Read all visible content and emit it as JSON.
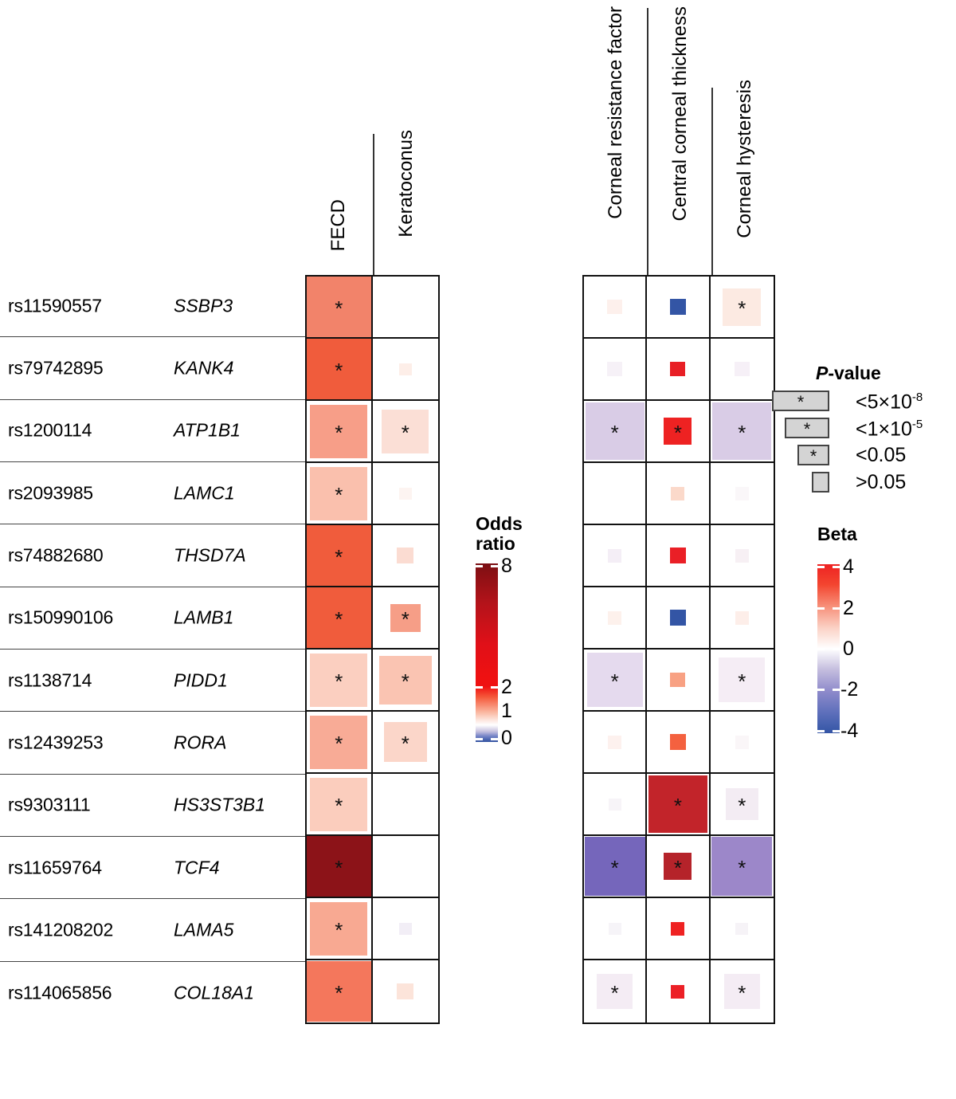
{
  "figure": {
    "disease_columns": [
      "FECD",
      "Keratoconus"
    ],
    "cornea_columns": [
      "Corneal resistance factor",
      "Central corneal thickness",
      "Corneal hysteresis"
    ]
  },
  "rows": [
    {
      "rs": "rs11590557",
      "gene": "SSBP3"
    },
    {
      "rs": "rs79742895",
      "gene": "KANK4"
    },
    {
      "rs": "rs1200114",
      "gene": "ATP1B1"
    },
    {
      "rs": "rs2093985",
      "gene": "LAMC1"
    },
    {
      "rs": "rs74882680",
      "gene": "THSD7A"
    },
    {
      "rs": "rs150990106",
      "gene": "LAMB1"
    },
    {
      "rs": "rs1138714",
      "gene": "PIDD1"
    },
    {
      "rs": "rs12439253",
      "gene": "RORA"
    },
    {
      "rs": "rs9303111",
      "gene": "HS3ST3B1"
    },
    {
      "rs": "rs11659764",
      "gene": "TCF4"
    },
    {
      "rs": "rs141208202",
      "gene": "LAMA5"
    },
    {
      "rs": "rs114065856",
      "gene": "COL18A1"
    }
  ],
  "odds_ratio_legend": {
    "title_line1": "Odds",
    "title_line2": "ratio",
    "ticks": [
      "8",
      "2",
      "1",
      "0"
    ]
  },
  "beta_legend": {
    "title": "Beta",
    "ticks": [
      "4",
      "2",
      "0",
      "-2",
      "-4"
    ]
  },
  "pvalue_legend": {
    "title_italic": "P",
    "title_rest": "-value",
    "items": [
      {
        "label_main": "<5×10",
        "label_sup": "-8",
        "star": "*",
        "width": 72
      },
      {
        "label_main": "<1×10",
        "label_sup": "-5",
        "star": "*",
        "width": 56
      },
      {
        "label_main": "<0.05",
        "label_sup": "",
        "star": "*",
        "width": 40
      },
      {
        "label_main": ">0.05",
        "label_sup": "",
        "star": "",
        "width": 22
      }
    ]
  },
  "chart_data": {
    "type": "heatmap",
    "title": "",
    "description": "Two-panel heatmap of genetic variant associations. Left panel shows odds ratios for FECD and Keratoconus; right panel shows beta effect sizes for three corneal biomechanical traits. Square size encodes P-value significance tier; color encodes effect magnitude.",
    "row_labels": [
      "rs11590557 SSBP3",
      "rs79742895 KANK4",
      "rs1200114 ATP1B1",
      "rs2093985 LAMC1",
      "rs74882680 THSD7A",
      "rs150990106 LAMB1",
      "rs1138714 PIDD1",
      "rs12439253 RORA",
      "rs9303111 HS3ST3B1",
      "rs11659764 TCF4",
      "rs141208202 LAMA5",
      "rs114065856 COL18A1"
    ],
    "panels": [
      {
        "name": "disease",
        "value_type": "odds ratio",
        "colorbar": {
          "label": "Odds ratio",
          "ticks": [
            0,
            1,
            2,
            8
          ],
          "low_color": "#3355a5",
          "mid_color": "#ffffff",
          "high_color": "#7a0f14"
        },
        "columns": [
          "FECD",
          "Keratoconus"
        ],
        "cells": [
          [
            {
              "color": "#f2836a",
              "size": 1.0,
              "star": true,
              "p_tier": "<5e-8"
            },
            {
              "color": "#ffffff",
              "size": 0.0,
              "star": false,
              "p_tier": ">0.05"
            }
          ],
          [
            {
              "color": "#f05c3c",
              "size": 1.0,
              "star": true,
              "p_tier": "<5e-8"
            },
            {
              "color": "#fdeee8",
              "size": 0.2,
              "star": false,
              "p_tier": ">0.05"
            }
          ],
          [
            {
              "color": "#f79e88",
              "size": 0.88,
              "star": true,
              "p_tier": "<5e-8"
            },
            {
              "color": "#fbdfd6",
              "size": 0.72,
              "star": true,
              "p_tier": "<0.05"
            }
          ],
          [
            {
              "color": "#fac0ad",
              "size": 0.88,
              "star": true,
              "p_tier": "<5e-8"
            },
            {
              "color": "#fdf4f1",
              "size": 0.2,
              "star": false,
              "p_tier": ">0.05"
            }
          ],
          [
            {
              "color": "#f05c3c",
              "size": 1.0,
              "star": true,
              "p_tier": "<5e-8"
            },
            {
              "color": "#fbdcd2",
              "size": 0.26,
              "star": false,
              "p_tier": ">0.05"
            }
          ],
          [
            {
              "color": "#f05c3c",
              "size": 1.0,
              "star": true,
              "p_tier": "<5e-8"
            },
            {
              "color": "#f69e87",
              "size": 0.46,
              "star": true,
              "p_tier": "<0.05"
            }
          ],
          [
            {
              "color": "#fbcfc0",
              "size": 0.88,
              "star": true,
              "p_tier": "<5e-8"
            },
            {
              "color": "#fac4b2",
              "size": 0.8,
              "star": true,
              "p_tier": "<0.05"
            }
          ],
          [
            {
              "color": "#f8ab96",
              "size": 0.88,
              "star": true,
              "p_tier": "<5e-8"
            },
            {
              "color": "#fbd6c9",
              "size": 0.66,
              "star": true,
              "p_tier": "<0.05"
            }
          ],
          [
            {
              "color": "#fbcdbd",
              "size": 0.88,
              "star": true,
              "p_tier": "<5e-8"
            },
            {
              "color": "#ffffff",
              "size": 0.0,
              "star": false,
              "p_tier": ">0.05"
            }
          ],
          [
            {
              "color": "#8c1318",
              "size": 1.0,
              "star": true,
              "p_tier": "<5e-8"
            },
            {
              "color": "#ffffff",
              "size": 0.0,
              "star": false,
              "p_tier": ">0.05"
            }
          ],
          [
            {
              "color": "#f8a992",
              "size": 0.88,
              "star": true,
              "p_tier": "<5e-8"
            },
            {
              "color": "#f2eef6",
              "size": 0.2,
              "star": false,
              "p_tier": ">0.05"
            }
          ],
          [
            {
              "color": "#f4775c",
              "size": 1.0,
              "star": true,
              "p_tier": "<5e-8"
            },
            {
              "color": "#fce4da",
              "size": 0.26,
              "star": false,
              "p_tier": ">0.05"
            }
          ]
        ]
      },
      {
        "name": "cornea",
        "value_type": "beta",
        "colorbar": {
          "label": "Beta",
          "ticks": [
            -4,
            -2,
            0,
            2,
            4
          ],
          "low_color": "#3355a5",
          "mid_color": "#ffffff",
          "high_color": "#ee2222"
        },
        "columns": [
          "Corneal resistance factor",
          "Central corneal thickness",
          "Corneal hysteresis"
        ],
        "cells": [
          [
            {
              "color": "#fdf0ec",
              "size": 0.24,
              "star": false,
              "p_tier": ">0.05"
            },
            {
              "color": "#3355a5",
              "size": 0.26,
              "star": false,
              "p_tier": ">0.05"
            },
            {
              "color": "#fceae2",
              "size": 0.62,
              "star": true,
              "p_tier": "<0.05"
            }
          ],
          [
            {
              "color": "#f6f1f7",
              "size": 0.24,
              "star": false,
              "p_tier": ">0.05"
            },
            {
              "color": "#e81f25",
              "size": 0.24,
              "star": false,
              "p_tier": ">0.05"
            },
            {
              "color": "#f6f0f7",
              "size": 0.24,
              "star": false,
              "p_tier": ">0.05"
            }
          ],
          [
            {
              "color": "#d9cce6",
              "size": 0.95,
              "star": true,
              "p_tier": "<5e-8"
            },
            {
              "color": "#ee2222",
              "size": 0.45,
              "star": true,
              "p_tier": "<5e-8"
            },
            {
              "color": "#d9cce6",
              "size": 0.95,
              "star": true,
              "p_tier": "<5e-8"
            }
          ],
          [
            {
              "color": "#ffffff",
              "size": 0.0,
              "star": false,
              "p_tier": ">0.05"
            },
            {
              "color": "#fbd9ca",
              "size": 0.22,
              "star": false,
              "p_tier": ">0.05"
            },
            {
              "color": "#faf7f9",
              "size": 0.22,
              "star": false,
              "p_tier": ">0.05"
            }
          ],
          [
            {
              "color": "#f4eef6",
              "size": 0.22,
              "star": false,
              "p_tier": ">0.05"
            },
            {
              "color": "#ea1f26",
              "size": 0.26,
              "star": false,
              "p_tier": ">0.05"
            },
            {
              "color": "#f7f0f4",
              "size": 0.22,
              "star": false,
              "p_tier": ">0.05"
            }
          ],
          [
            {
              "color": "#fdf1ec",
              "size": 0.22,
              "star": false,
              "p_tier": ">0.05"
            },
            {
              "color": "#3355a5",
              "size": 0.26,
              "star": false,
              "p_tier": ">0.05"
            },
            {
              "color": "#fdeee9",
              "size": 0.22,
              "star": false,
              "p_tier": ">0.05"
            }
          ],
          [
            {
              "color": "#e5daee",
              "size": 0.9,
              "star": true,
              "p_tier": "<1e-5"
            },
            {
              "color": "#f8a183",
              "size": 0.24,
              "star": false,
              "p_tier": ">0.05"
            },
            {
              "color": "#f5edf5",
              "size": 0.74,
              "star": true,
              "p_tier": "<0.05"
            }
          ],
          [
            {
              "color": "#fdf1ee",
              "size": 0.22,
              "star": false,
              "p_tier": ">0.05"
            },
            {
              "color": "#f4613f",
              "size": 0.26,
              "star": false,
              "p_tier": ">0.05"
            },
            {
              "color": "#faf6f8",
              "size": 0.22,
              "star": false,
              "p_tier": ">0.05"
            }
          ],
          [
            {
              "color": "#f7f4f8",
              "size": 0.2,
              "star": false,
              "p_tier": ">0.05"
            },
            {
              "color": "#c2242a",
              "size": 0.95,
              "star": true,
              "p_tier": "<5e-8"
            },
            {
              "color": "#f3ecf3",
              "size": 0.52,
              "star": true,
              "p_tier": "<0.05"
            }
          ],
          [
            {
              "color": "#7566bb",
              "size": 0.98,
              "star": true,
              "p_tier": "<5e-8"
            },
            {
              "color": "#b5232a",
              "size": 0.45,
              "star": true,
              "p_tier": "<5e-8"
            },
            {
              "color": "#9c87c9",
              "size": 0.98,
              "star": true,
              "p_tier": "<5e-8"
            }
          ],
          [
            {
              "color": "#f6f4f8",
              "size": 0.2,
              "star": false,
              "p_tier": ">0.05"
            },
            {
              "color": "#ef2222",
              "size": 0.22,
              "star": false,
              "p_tier": ">0.05"
            },
            {
              "color": "#f6f3f7",
              "size": 0.2,
              "star": false,
              "p_tier": ">0.05"
            }
          ],
          [
            {
              "color": "#f4ecf4",
              "size": 0.58,
              "star": true,
              "p_tier": "<0.05"
            },
            {
              "color": "#ec2026",
              "size": 0.22,
              "star": false,
              "p_tier": ">0.05"
            },
            {
              "color": "#f4ecf4",
              "size": 0.58,
              "star": true,
              "p_tier": "<0.05"
            }
          ]
        ]
      }
    ]
  }
}
